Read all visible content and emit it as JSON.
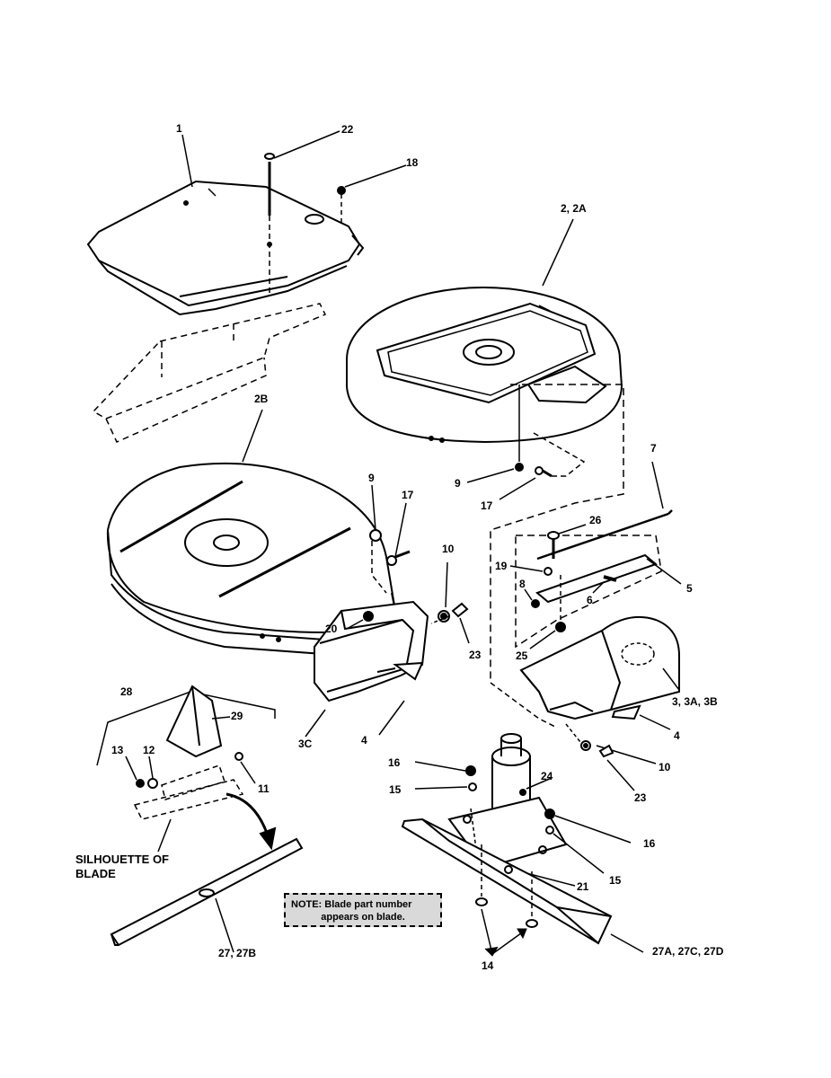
{
  "labels": {
    "p1": "1",
    "p22": "22",
    "p18": "18",
    "p2_2a": "2, 2A",
    "p2b": "2B",
    "p9_left": "9",
    "p17_left": "17",
    "p9_right": "9",
    "p17_right": "17",
    "p7": "7",
    "p26": "26",
    "p19": "19",
    "p5": "5",
    "p8": "8",
    "p6": "6",
    "p10_mid": "10",
    "p20": "20",
    "p23_mid": "23",
    "p25": "25",
    "p3_3a_3b": "3, 3A, 3B",
    "p28": "28",
    "p29": "29",
    "p12": "12",
    "p13": "13",
    "p11": "11",
    "p3c": "3C",
    "p4_left": "4",
    "p4_right": "4",
    "p10_right": "10",
    "p23_right": "23",
    "p16_left": "16",
    "p15_left": "15",
    "p24": "24",
    "p16_right": "16",
    "p15_right": "15",
    "p21": "21",
    "p14": "14",
    "p27_27b": "27, 27B",
    "p27a": "27A, 27C, 27D"
  },
  "silhouette": {
    "line1": "SILHOUETTE OF",
    "line2": "BLADE"
  },
  "note": {
    "line1": "NOTE: Blade part number",
    "line2": "appears on blade."
  }
}
